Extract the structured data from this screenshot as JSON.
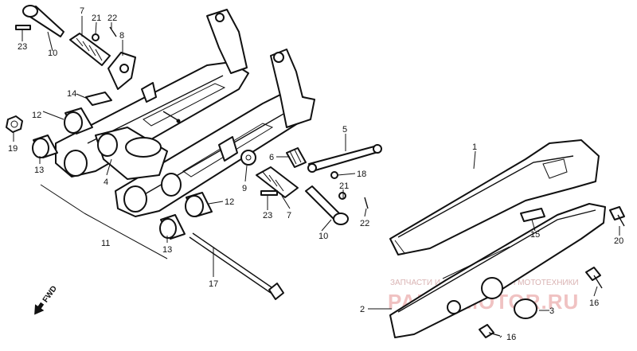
{
  "callouts": [
    "1",
    "2",
    "3",
    "4",
    "5",
    "6",
    "7",
    "7",
    "8",
    "9",
    "10",
    "10",
    "11",
    "12",
    "12",
    "13",
    "13",
    "14",
    "15",
    "16",
    "16",
    "17",
    "18",
    "19",
    "20",
    "21",
    "21",
    "22",
    "22",
    "23",
    "23"
  ],
  "direction_mark": "FWD",
  "watermark": {
    "line1": "ЗАПЧАСТИ И АКСЕССУАРЫ ДЛЯ МОТОТЕХНИКИ",
    "line2": "PARTSMOTOR.RU"
  }
}
